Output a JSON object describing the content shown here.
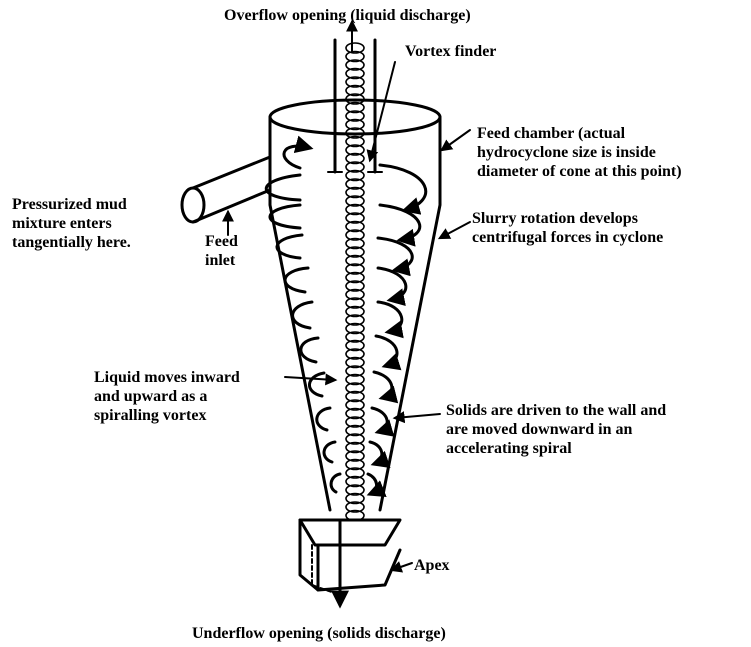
{
  "labels": {
    "overflow": "Overflow opening (liquid discharge)",
    "vortex_finder": "Vortex finder",
    "feed_chamber": [
      "Feed chamber (actual",
      "hydrocyclone size is inside",
      "diameter of cone at this point)"
    ],
    "pressurized": [
      "Pressurized mud",
      "mixture enters",
      "tangentially here."
    ],
    "feed_inlet": [
      "Feed",
      "inlet"
    ],
    "slurry_rotation": [
      "Slurry rotation develops",
      "centrifugal forces in cyclone"
    ],
    "liquid_moves": [
      "Liquid moves inward",
      "and upward as a",
      "spiralling vortex"
    ],
    "solids": [
      "Solids are driven to the wall and",
      "are moved downward in an",
      "accelerating spiral"
    ],
    "apex": "Apex",
    "underflow": "Underflow opening (solids discharge)"
  }
}
